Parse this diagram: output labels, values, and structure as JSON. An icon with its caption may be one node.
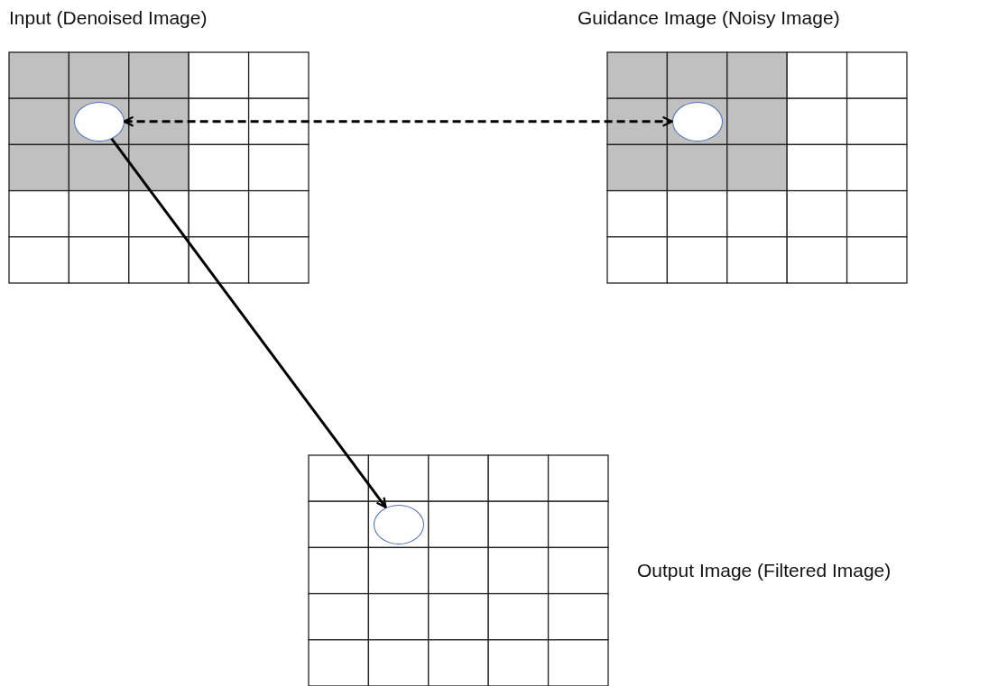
{
  "diagram": {
    "nodes": [
      {
        "text": [
          "Input (Denoised Image)"
        ]
      },
      {
        "text": [],
        "shape": "circle",
        "in": 0
      },
      {
        "text": [
          "Guidance Image (Noisy Image)"
        ]
      },
      {
        "text": [],
        "shape": "circle",
        "in": 2
      },
      {
        "text": [
          "Output Image (Filtered Image)"
        ]
      },
      {
        "text": [],
        "shape": "circle",
        "in": 4
      }
    ],
    "edges": [
      {
        "from": 1,
        "to": 3,
        "arrow": "both",
        "style": "dashed"
      },
      {
        "from": 1,
        "to": 5,
        "arrow": "to"
      }
    ]
  }
}
